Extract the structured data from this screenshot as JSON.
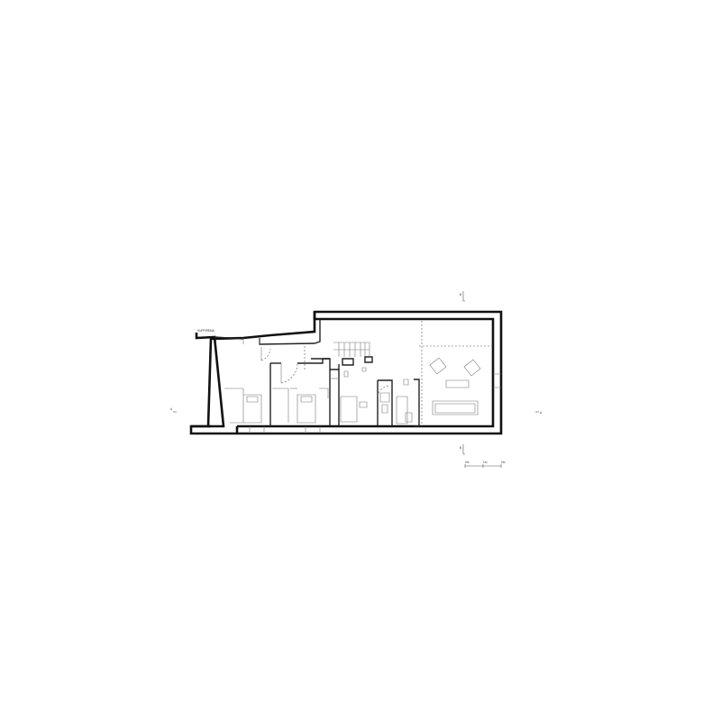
{
  "labels": {
    "room_label": "KUPPIREMA",
    "section_left": "A",
    "section_right": "A",
    "section_top": "B",
    "section_bottom": "B"
  },
  "scale_bar": {
    "ticks": [
      "0m",
      "1m",
      "2m"
    ]
  },
  "colors": {
    "wall": "#111111",
    "fixture": "#777777",
    "background": "#ffffff"
  }
}
